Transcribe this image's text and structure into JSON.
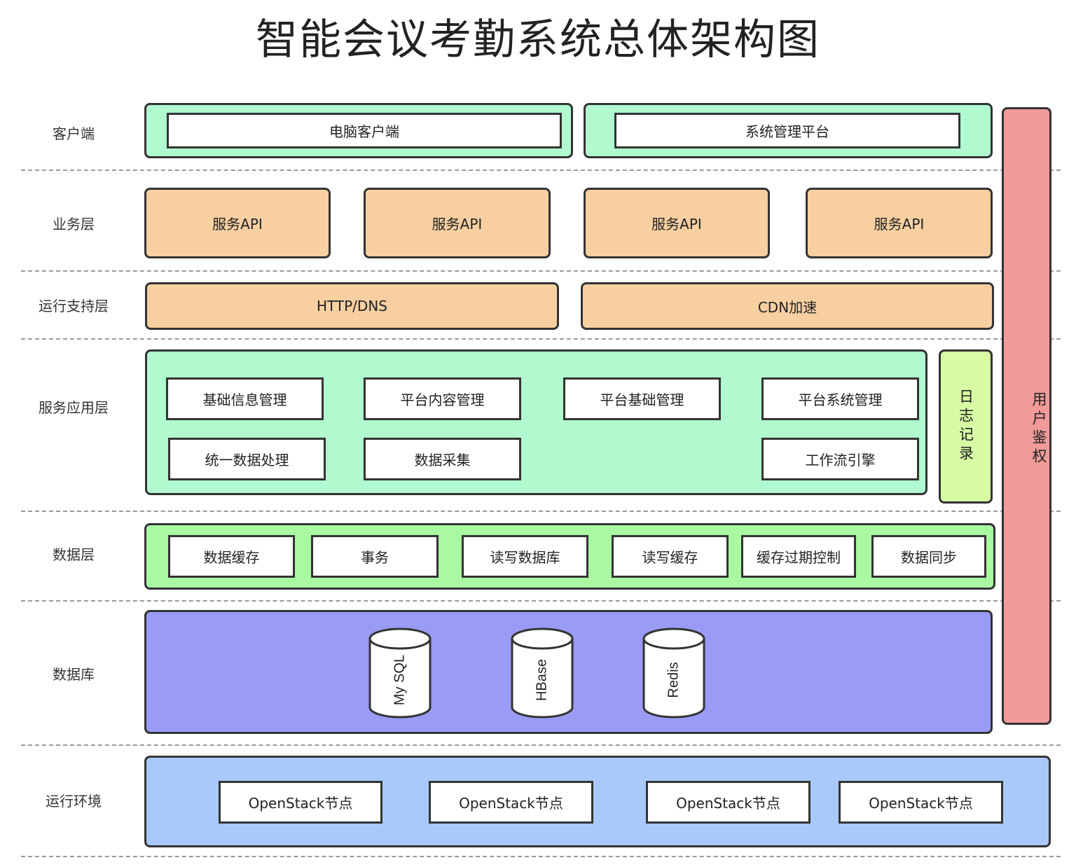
{
  "title": "智能会议考勤系统总体架构图",
  "layers": {
    "client": "客户端",
    "business": "业务层",
    "support": "运行支持层",
    "service": "服务应用层",
    "data": "数据层",
    "database": "数据库",
    "runtime": "运行环境"
  },
  "client": {
    "pc": "电脑客户端",
    "admin": "系统管理平台"
  },
  "business": {
    "apis": [
      "服务API",
      "服务API",
      "服务API",
      "服务API"
    ]
  },
  "support": {
    "http": "HTTP/DNS",
    "cdn": "CDN加速"
  },
  "service": {
    "modules": [
      "基础信息管理",
      "平台内容管理",
      "平台基础管理",
      "平台系统管理",
      "统一数据处理",
      "数据采集",
      "工作流引擎"
    ],
    "log": "日志记录"
  },
  "data_layer": {
    "items": [
      "数据缓存",
      "事务",
      "读写数据库",
      "读写缓存",
      "缓存过期控制",
      "数据同步"
    ]
  },
  "database": {
    "dbs": [
      "My SQL",
      "HBase",
      "Redis"
    ]
  },
  "runtime": {
    "nodes": [
      "OpenStack节点",
      "OpenStack节点",
      "OpenStack节点",
      "OpenStack节点"
    ]
  },
  "auth": "用户鉴权",
  "colors": {
    "client_panel": "#b1f9cf",
    "business_box": "#f7cfa1",
    "data_panel": "#a9f9a3",
    "database_panel": "#999bf5",
    "runtime_panel": "#a8c9f9",
    "log_box": "#d8fca4",
    "auth_bar": "#f09a99"
  }
}
